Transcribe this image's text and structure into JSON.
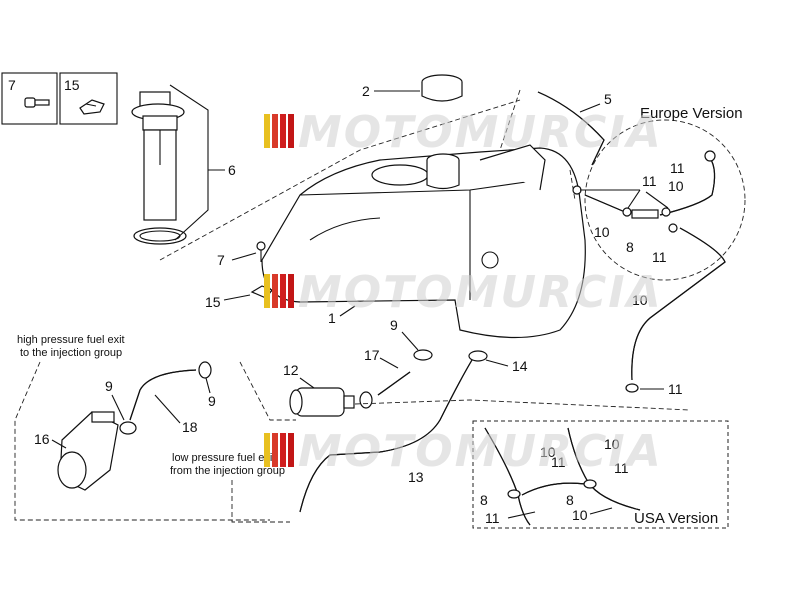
{
  "brand_colors": {
    "stripe1": "#e8c020",
    "stripe2": "#d83a2a",
    "stripe3": "#d01e1e",
    "stripe4": "#c21616"
  },
  "icons": [
    "bolt-icon",
    "clip-icon"
  ],
  "watermark": {
    "text": "MOTOMURCIA"
  },
  "captions": {
    "europe": "Europe Version",
    "usa": "USA Version",
    "high_pressure_1": "high pressure fuel exit",
    "high_pressure_2": "to the injection group",
    "low_pressure_1": "low pressure fuel exit",
    "low_pressure_2": "from the injection group"
  },
  "callouts": {
    "c7_box": "7",
    "c15_box": "15",
    "c2": "2",
    "c5": "5",
    "c6": "6",
    "c7": "7",
    "c15": "15",
    "c1": "1",
    "c9a": "9",
    "c17": "17",
    "c14": "14",
    "c12": "12",
    "c9b": "9",
    "c9c": "9",
    "c18": "18",
    "c16": "16",
    "c13": "13",
    "eu11a": "11",
    "eu10a": "10",
    "eu11b": "11",
    "eu10b": "10",
    "eu8": "8",
    "eu11c": "11",
    "c10": "10",
    "c11": "11",
    "us10a": "10",
    "us10b": "10",
    "us11a": "11",
    "us11b": "11",
    "us8a": "8",
    "us8b": "8",
    "us11c": "11",
    "us10c": "10"
  }
}
